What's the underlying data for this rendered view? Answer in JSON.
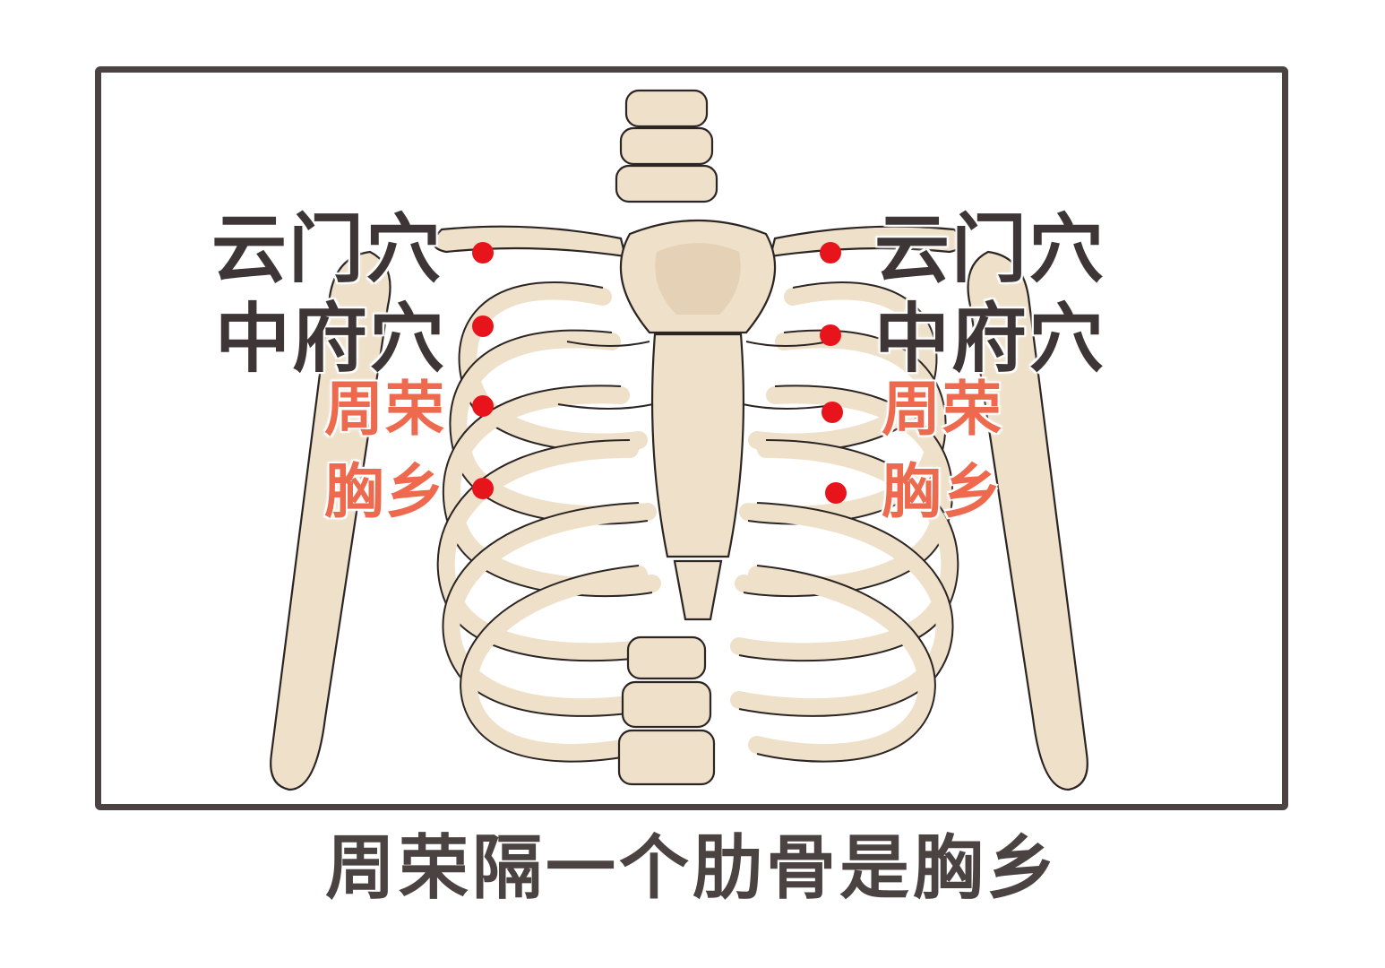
{
  "colors": {
    "frame": "#4a4341",
    "bone_fill": "#efe0c9",
    "bone_shadow": "#dcc6a6",
    "outline": "#2b2523",
    "acupoint": "#e8141c",
    "label_dark": "#3e3636",
    "label_orange": "#ee6a4e"
  },
  "labels": {
    "left": {
      "yunmen": "云门穴",
      "zhongfu": "中府穴",
      "zhourong": "周荣",
      "xiongxiang": "胸乡"
    },
    "right": {
      "yunmen": "云门穴",
      "zhongfu": "中府穴",
      "zhourong": "周荣",
      "xiongxiang": "胸乡"
    }
  },
  "caption": "周荣隔一个肋骨是胸乡"
}
